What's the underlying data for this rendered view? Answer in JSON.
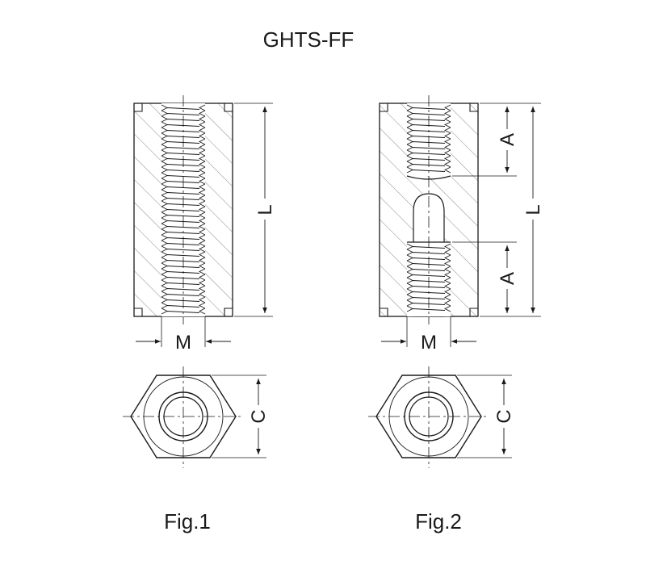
{
  "title": "GHTS-FF",
  "figures": [
    {
      "caption": "Fig.1",
      "dims": {
        "length": "L",
        "thread": "M",
        "across_flats": "C"
      }
    },
    {
      "caption": "Fig.2",
      "dims": {
        "length": "L",
        "thread": "M",
        "across_flats": "C",
        "thread_depth_top": "A",
        "thread_depth_bottom": "A"
      }
    }
  ],
  "colors": {
    "line": "#1a1a1a",
    "hatch": "#8a8a8a",
    "background": "#ffffff"
  }
}
